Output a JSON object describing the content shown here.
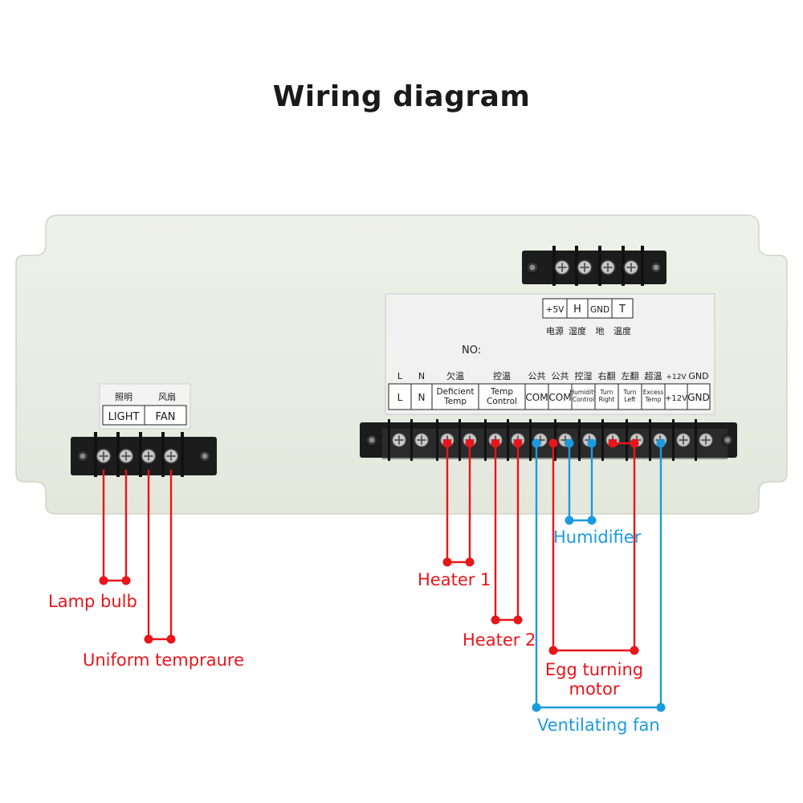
{
  "title": "Wiring diagram",
  "colors": {
    "red": "#e8151b",
    "blue": "#1a9be0",
    "panel": "#ecefe6",
    "terminal": "#1c1c1c",
    "label_bg": "#f2f2f2"
  },
  "panel": {
    "serial_label": "NO:",
    "top_block": {
      "terminals": [
        {
          "label": "+5V",
          "cn": "电源"
        },
        {
          "label": "H",
          "cn": "湿度"
        },
        {
          "label": "GND",
          "cn": "地"
        },
        {
          "label": "T",
          "cn": "温度"
        }
      ]
    },
    "left_block": {
      "cn": [
        "照明",
        "风扇"
      ],
      "labels": [
        "LIGHT",
        "FAN"
      ]
    },
    "main_block": {
      "top_row": [
        "L",
        "N",
        "欠温",
        "控温",
        "公共",
        "公共",
        "控湿",
        "右翻",
        "左翻",
        "超温",
        "+12V",
        "GND"
      ],
      "cells": [
        {
          "lines": [
            "L"
          ]
        },
        {
          "lines": [
            "N"
          ]
        },
        {
          "lines": [
            "Deficient",
            "Temp"
          ]
        },
        {
          "lines": [
            "Temp",
            "Control"
          ]
        },
        {
          "lines": [
            "COM"
          ]
        },
        {
          "lines": [
            "COM"
          ]
        },
        {
          "lines": [
            "Humidity",
            "Control"
          ]
        },
        {
          "lines": [
            "Turn",
            "Right"
          ]
        },
        {
          "lines": [
            "Turn",
            "Left"
          ]
        },
        {
          "lines": [
            "Excess",
            "Temp"
          ]
        },
        {
          "lines": [
            "+12V"
          ]
        },
        {
          "lines": [
            "GND"
          ]
        }
      ]
    }
  },
  "wiring_labels": {
    "lamp_bulb": "Lamp bulb",
    "uniform": "Uniform tempraure",
    "heater1": "Heater 1",
    "heater2": "Heater 2",
    "humidifier": "Humidifier",
    "egg_turning": [
      "Egg turning",
      "motor"
    ],
    "vent_fan": "Ventilating fan"
  }
}
